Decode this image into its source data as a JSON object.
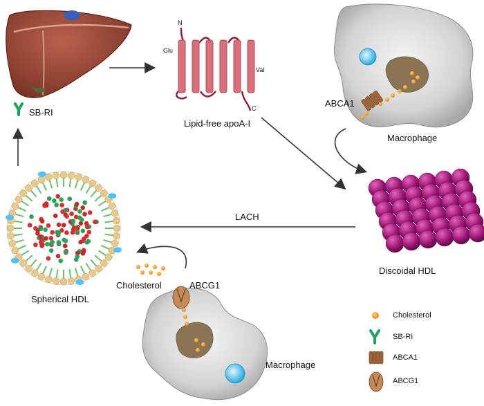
{
  "labels": {
    "sbri": "SB-RI",
    "apoa_title": "Lipid-free apoA-I",
    "n_term": "N",
    "c_term": "C",
    "glu": "Glu",
    "val": "Val",
    "abca1": "ABCA1",
    "macrophage_top": "Macrophage",
    "discoidal": "Discoidal HDL",
    "lach": "LACH",
    "spherical": "Spherical HDL",
    "cholesterol": "Cholesterol",
    "abcg1": "ABCG1",
    "macrophage_bottom": "Macrophage"
  },
  "legend": [
    {
      "icon": "cholesterol-dot-icon",
      "label": "Cholesterol"
    },
    {
      "icon": "sbri-receptor-icon",
      "label": "SB-RI"
    },
    {
      "icon": "abca1-transporter-icon",
      "label": "ABCA1"
    },
    {
      "icon": "abcg1-transporter-icon",
      "label": "ABCG1"
    }
  ],
  "colors": {
    "liver": "#9b4a3a",
    "apoa_helix": "#d9707e",
    "apoa_loop": "#8b1d3a",
    "cholesterol": "#f5a623",
    "sbri": "#1fa35c",
    "discoidal": "#a2197a",
    "macrophage": "#cfcfcf",
    "nucleus": "#8b7355",
    "vesicle": "#4fc3f7",
    "hdl_outer": "#e8c98a",
    "hdl_lipid_tail": "#6abf6a",
    "hdl_core_red": "#d32f2f",
    "hdl_core_green": "#2e9e5b"
  }
}
